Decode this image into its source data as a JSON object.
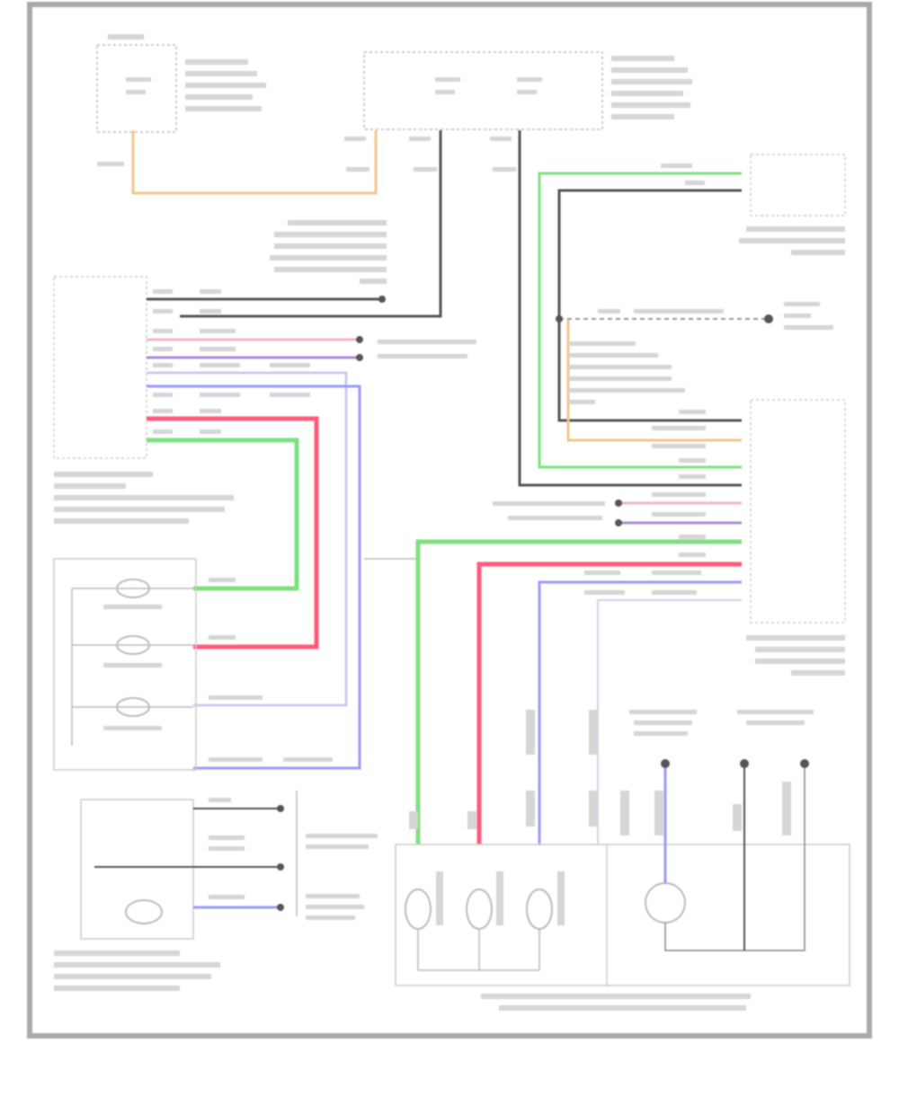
{
  "diagram": {
    "figure_code": "",
    "wire_colors": {
      "orange": "#f6c48a",
      "green": "#7ee07e",
      "red": "#ff5a7a",
      "blue": "#9a9aff",
      "pink": "#f3b6c4",
      "purple": "#a98bd6",
      "black": "#555555",
      "gray": "#8a8a8a"
    },
    "components": [
      {
        "id": "ipdm",
        "label": ""
      },
      {
        "id": "ecm",
        "label": ""
      },
      {
        "id": "transmission-range-switch",
        "label": ""
      },
      {
        "id": "engine-room-harness",
        "label": ""
      },
      {
        "id": "input-speed-sensor",
        "label": ""
      },
      {
        "id": "combination-meter",
        "label": ""
      },
      {
        "id": "tcm",
        "label": ""
      },
      {
        "id": "control-valve-assembly",
        "label": ""
      }
    ]
  }
}
